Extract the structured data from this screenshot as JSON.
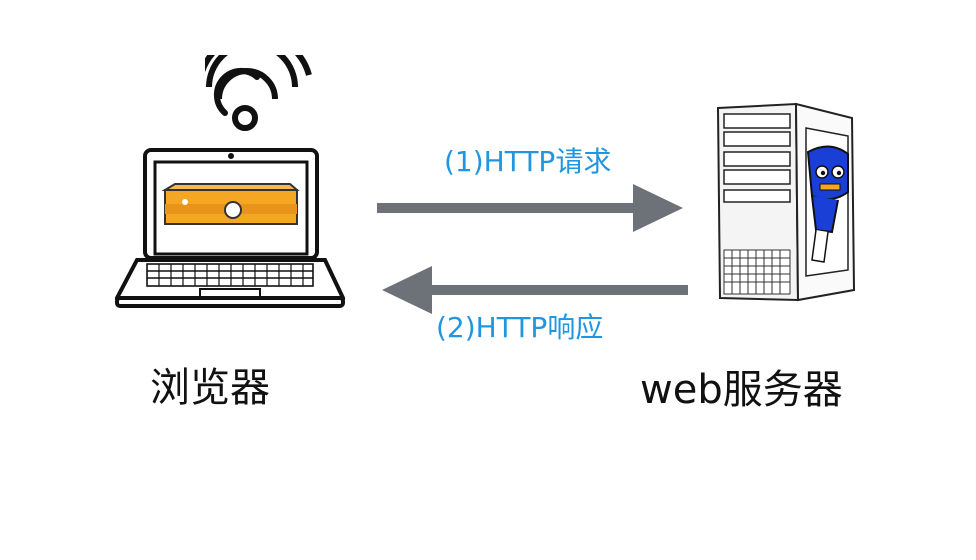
{
  "nodes": {
    "browser": {
      "label": "浏览器",
      "icon": "laptop-icon"
    },
    "server": {
      "label": "web服务器",
      "icon": "server-tower-icon"
    }
  },
  "arrows": {
    "request": {
      "label": "(1)HTTP请求",
      "direction": "browser-to-server"
    },
    "response": {
      "label": "(2)HTTP响应",
      "direction": "server-to-browser"
    }
  },
  "colors": {
    "arrow": "#6d7278",
    "arrow_label": "#2196e0",
    "outline": "#111111",
    "screen_accent": "#f5a623",
    "mascot": "#1a3fd6"
  },
  "icons": {
    "wifi": "wifi-icon"
  }
}
